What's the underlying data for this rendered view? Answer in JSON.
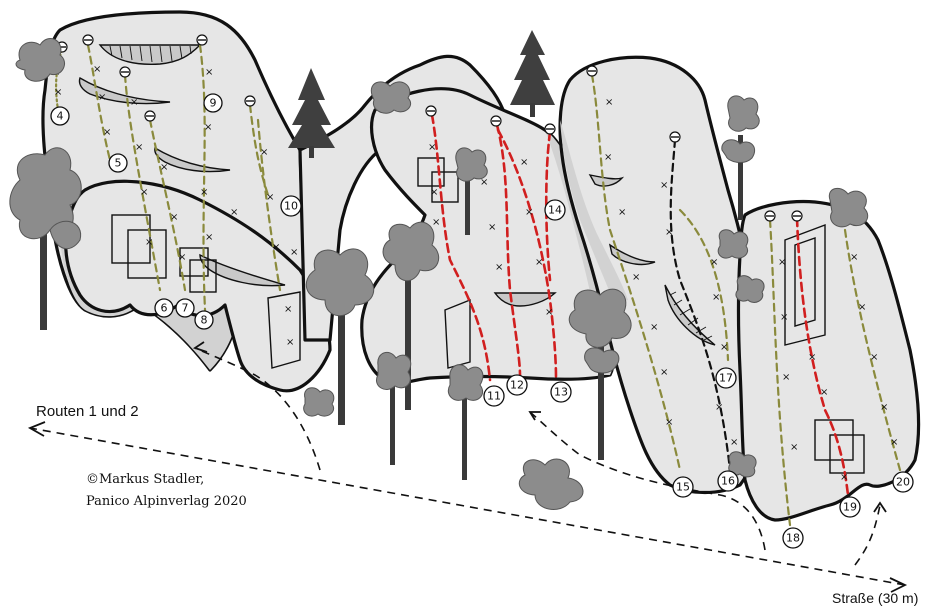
{
  "labels": {
    "routes_1_2": "Routen 1 und 2",
    "strasse": "Straße (30 m)"
  },
  "credit": {
    "line1": "©Markus Stadler,",
    "line2": "Panico Alpinverlag 2020"
  },
  "route_numbers": [
    "4",
    "5",
    "6",
    "7",
    "8",
    "9",
    "10",
    "11",
    "12",
    "13",
    "14",
    "15",
    "16",
    "17",
    "18",
    "19",
    "20"
  ],
  "colors": {
    "rock_fill": "#e6e6e6",
    "route_olive": "#8a8a3c",
    "route_red": "#d11f1f",
    "route_black": "#111111"
  }
}
